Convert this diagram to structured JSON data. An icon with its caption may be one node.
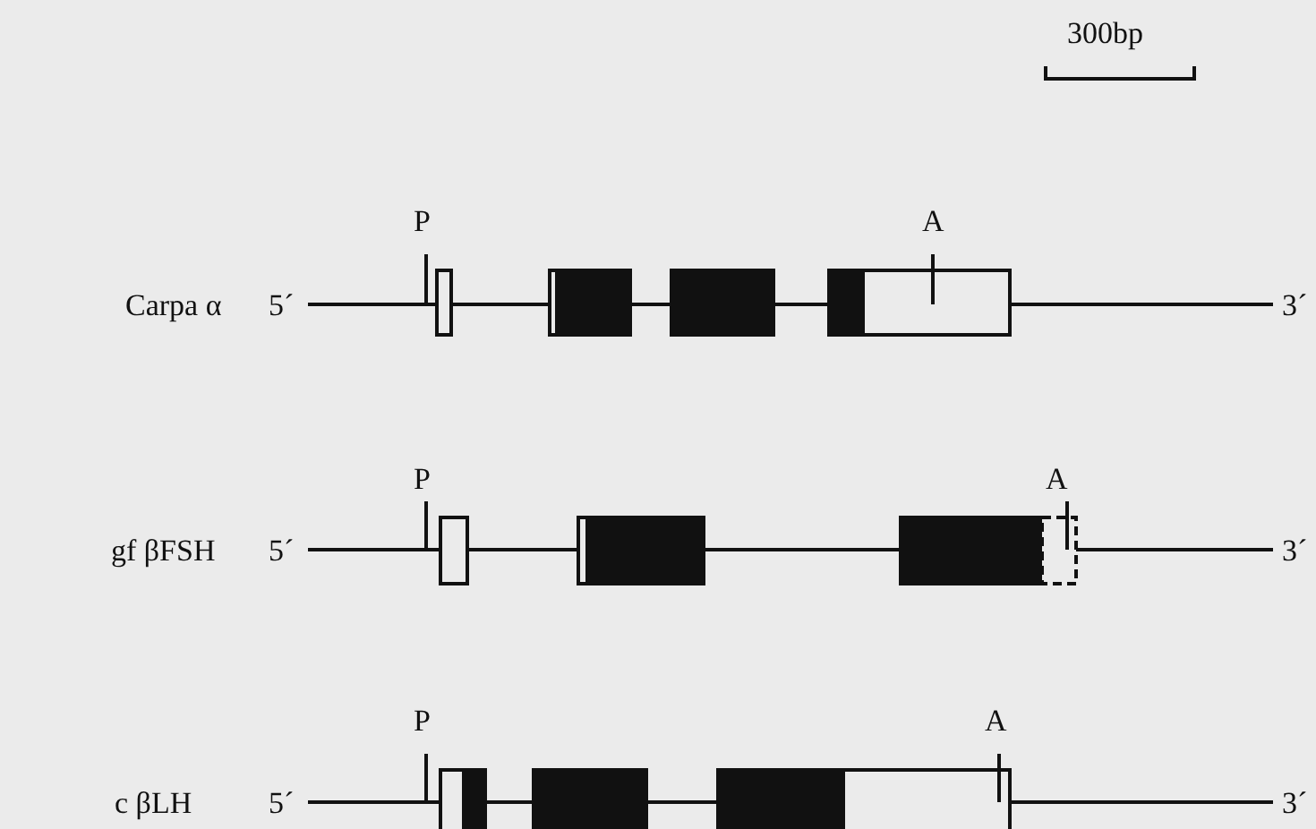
{
  "diagram": {
    "labels": [
      "300bp",
      "P",
      "A",
      "Carpa α",
      "5´",
      "3´",
      "P",
      "A",
      "gf βFSH",
      "5´",
      "3´",
      "P",
      "A",
      "c βLH",
      "5´",
      "3´"
    ]
  }
}
